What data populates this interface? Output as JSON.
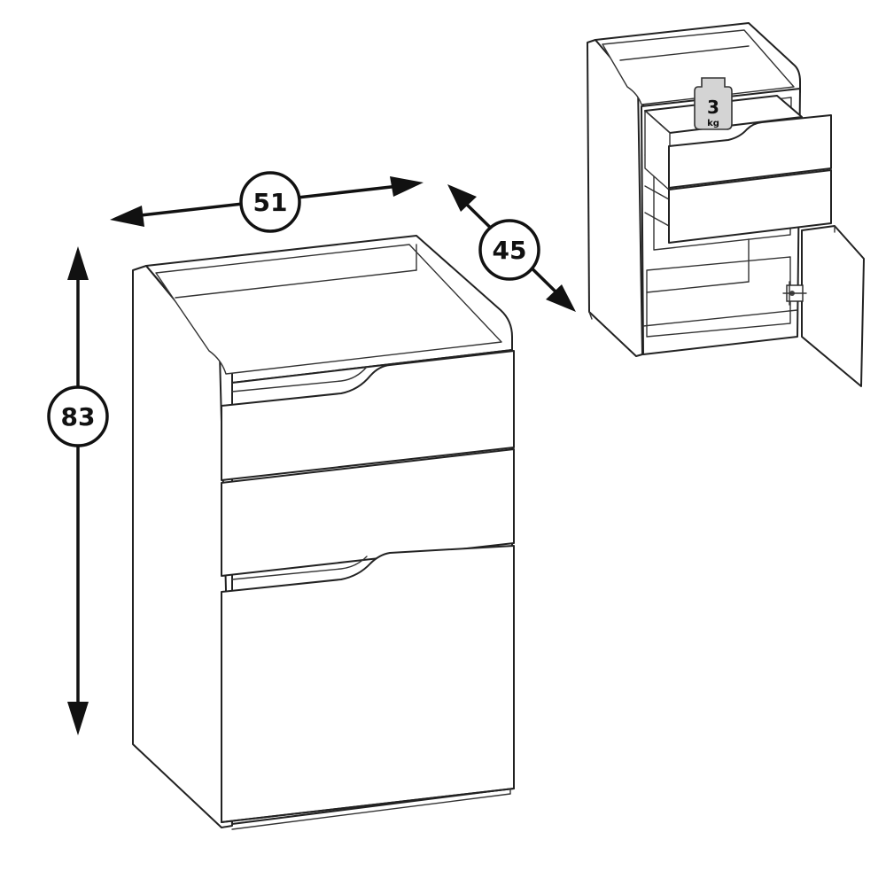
{
  "dimensions": {
    "width": "51",
    "depth": "45",
    "height": "83"
  },
  "weight_badge": {
    "value": "3",
    "unit": "kg"
  },
  "icons": [
    "hinge-icon",
    "weight-icon"
  ]
}
